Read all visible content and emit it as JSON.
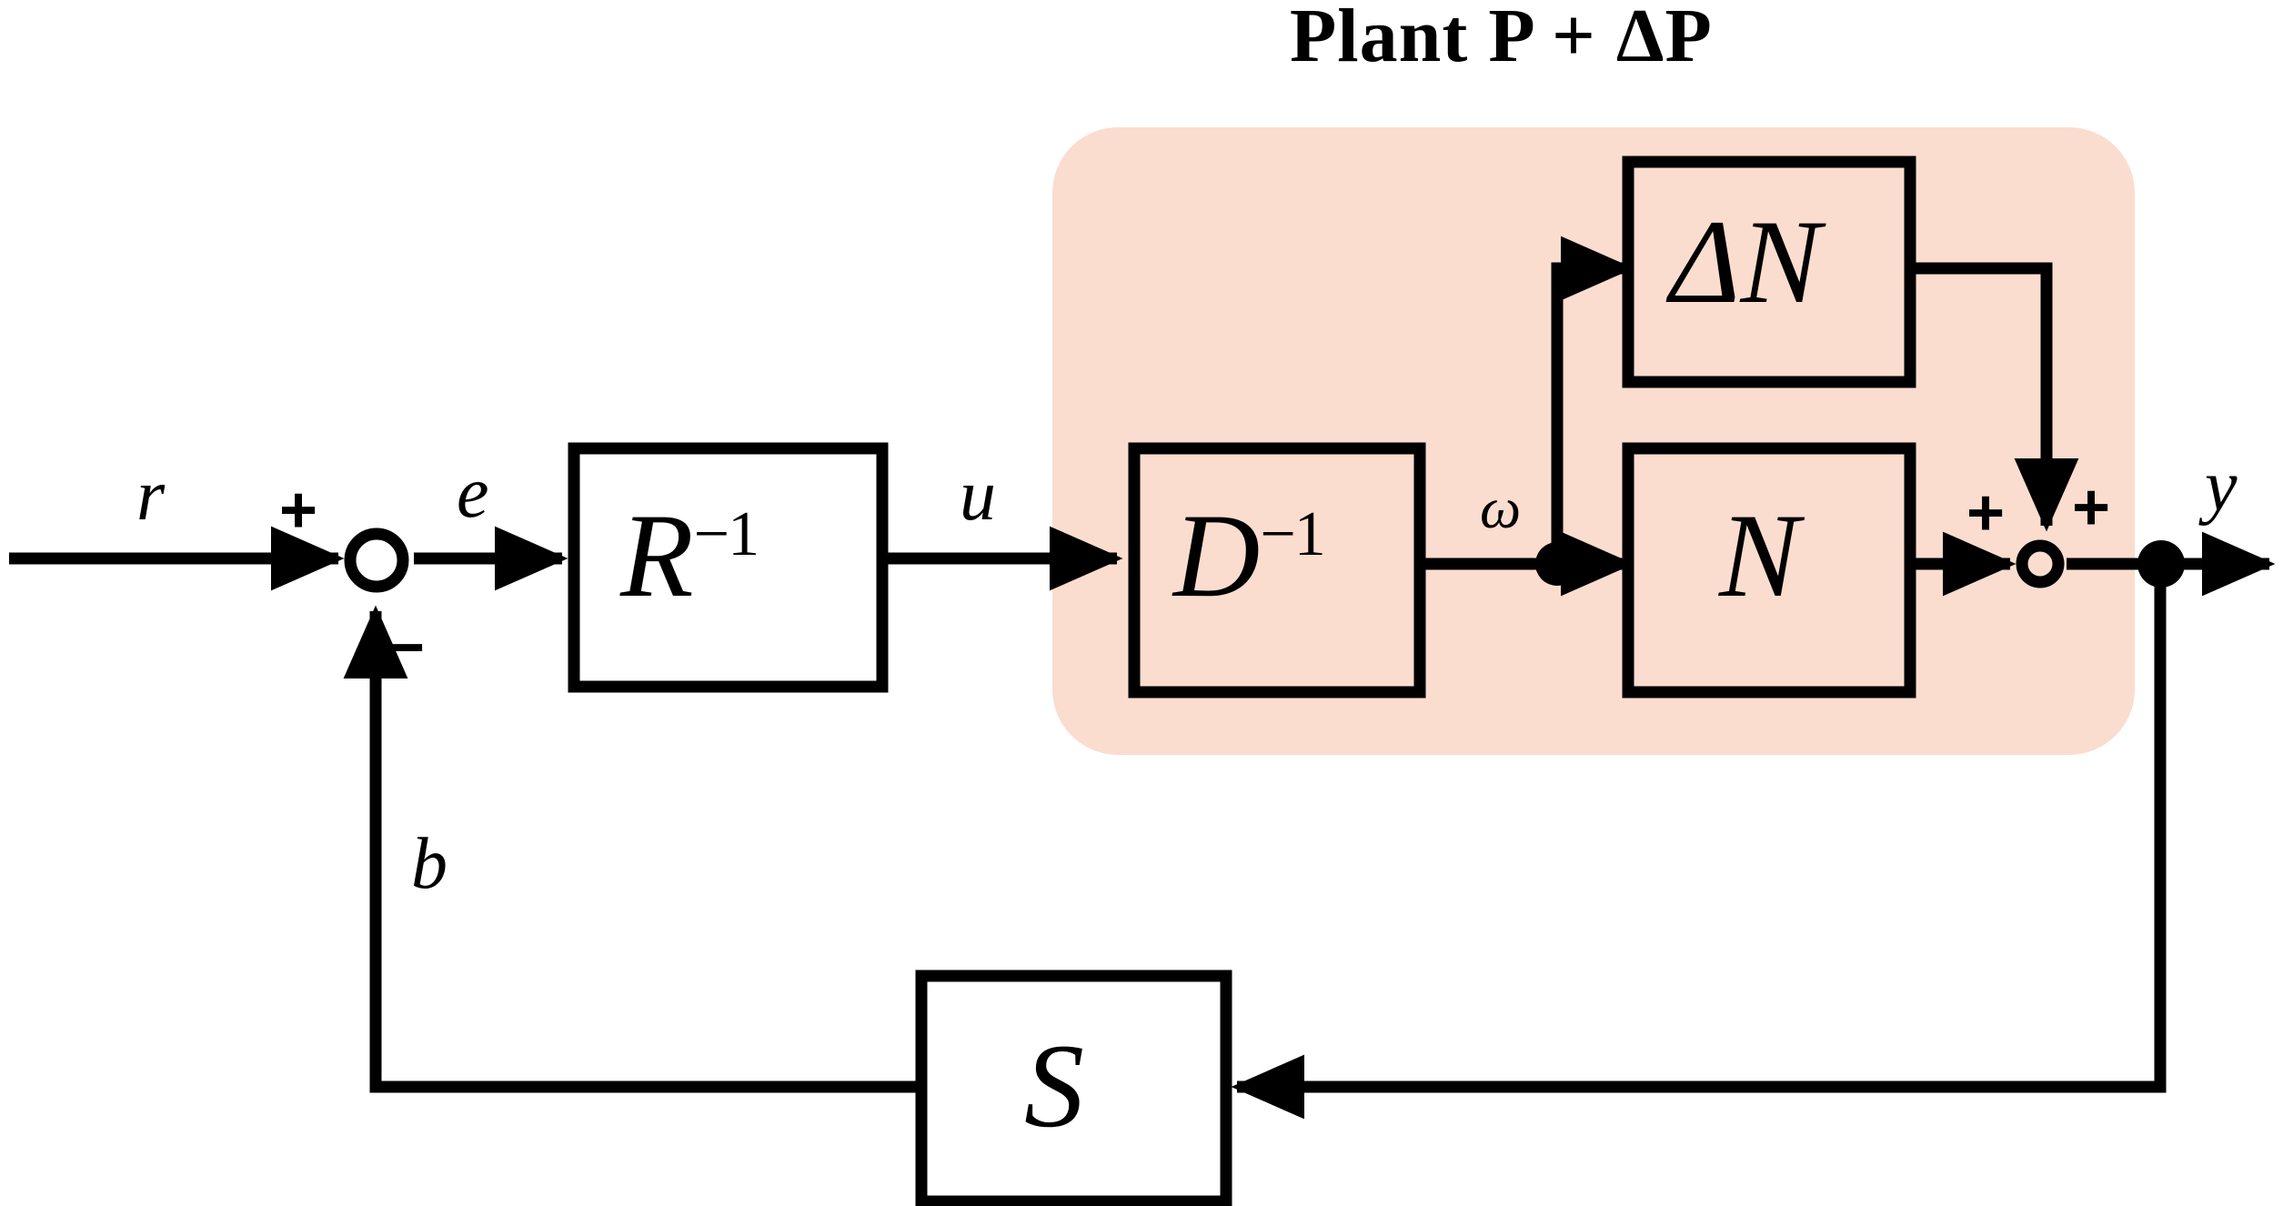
{
  "diagram": {
    "title": "Plant P + ΔP",
    "type": "control-system-block-diagram",
    "colors": {
      "plant_region_fill": "#FADDCF",
      "line": "#000000",
      "block_fill": "#FFFFFF",
      "background": "#FFFFFF"
    },
    "blocks": [
      {
        "id": "controller",
        "base": "R",
        "exponent": "−1",
        "label": "R⁻¹",
        "inside_plant": false
      },
      {
        "id": "denominator",
        "base": "D",
        "exponent": "−1",
        "label": "D⁻¹",
        "inside_plant": true
      },
      {
        "id": "delta-n",
        "base": "ΔN",
        "exponent": "",
        "label": "ΔN",
        "inside_plant": true
      },
      {
        "id": "numerator",
        "base": "N",
        "exponent": "",
        "label": "N",
        "inside_plant": true
      },
      {
        "id": "sensor",
        "base": "S",
        "exponent": "",
        "label": "S",
        "inside_plant": false
      }
    ],
    "signals": [
      {
        "id": "reference",
        "label": "r"
      },
      {
        "id": "error",
        "label": "e"
      },
      {
        "id": "control",
        "label": "u"
      },
      {
        "id": "omega",
        "label": "ω"
      },
      {
        "id": "output",
        "label": "y"
      },
      {
        "id": "feedback",
        "label": "b"
      }
    ],
    "summing_junctions": [
      {
        "id": "error-junction",
        "signs": {
          "reference_input": "+",
          "feedback_input": "−"
        }
      },
      {
        "id": "plant-output-junction",
        "signs": {
          "left_input": "+",
          "top_input": "+"
        }
      }
    ]
  }
}
